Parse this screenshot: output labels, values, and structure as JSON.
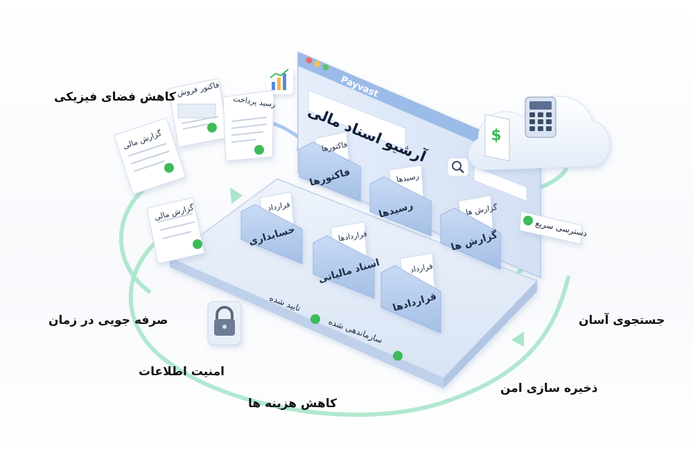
{
  "brand": "Payvast",
  "window_title": "آرشیو اسناد مالی",
  "floating_docs": [
    {
      "label": "گزارش مالی"
    },
    {
      "label": "فاکتور فروش"
    },
    {
      "label": "رسید پرداخت"
    },
    {
      "label": "گزارش مالی"
    }
  ],
  "folders": [
    {
      "tab": "فاکتورها",
      "label": "فاکتورها"
    },
    {
      "tab": "رسیدها",
      "label": "رسیدها"
    },
    {
      "tab": "گزارش ها",
      "label": "گزارش ها"
    },
    {
      "tab": "قرارداد",
      "label": "حسابداری"
    },
    {
      "tab": "قراردادها",
      "label": "اسناد مالیاتی"
    },
    {
      "tab": "قرارداد",
      "label": "قراردادها"
    }
  ],
  "status_tags": {
    "approved": "تایید شده",
    "organized": "سازماندهی شده",
    "quick_access": "دسترسی سریع"
  },
  "benefits": {
    "reduce_space": "کاهش فضای فیزیکی",
    "save_time": "صرفه جویی در زمان",
    "security": "امنیت اطلاعات",
    "reduce_cost": "کاهش هزینه ها",
    "easy_search": "جستجوی آسان",
    "safe_storage": "ذخیره سازی امن"
  },
  "colors": {
    "accent_blue": "#8fb3e6",
    "folder_blue": "#b7cdee",
    "arrow_green": "#9fe0c2",
    "check_green": "#3cbb5a"
  }
}
